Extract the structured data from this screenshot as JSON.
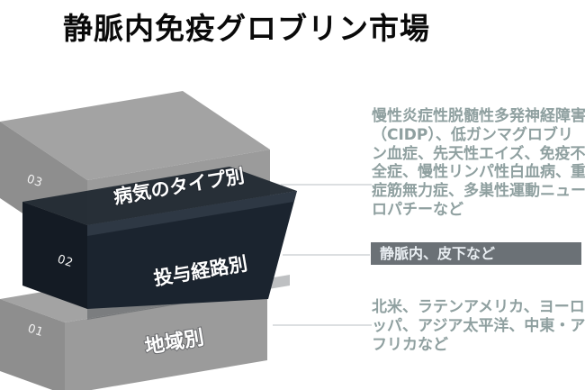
{
  "title": "静脈内免疫グロブリン市場",
  "layers": [
    {
      "id": "03",
      "label": "病気のタイプ別",
      "annotation": "慢性炎症性脱髄性多発神経障害（CIDP）、低ガンマグロブリン血症、先天性エイズ、免疫不全症、慢性リンパ性白血病、重症筋無力症、多巣性運動ニューロパチーなど"
    },
    {
      "id": "02",
      "label": "投与経路別",
      "annotation": "静脈内、皮下など"
    },
    {
      "id": "01",
      "label": "地域別",
      "annotation": "北米、ラテンアメリカ、ヨーロッパ、アジア太平洋、中東・アフリカなど"
    }
  ],
  "colors": {
    "gray_top": "#a3a3a3",
    "gray_front": "#9b9b9b",
    "gray_left": "#8e8e8e",
    "dark_top": "#232b34",
    "dark_front": "#1b242f",
    "dark_left": "#141b24",
    "dark_edge": "#2e3844",
    "shadow": "#141c24",
    "connector": "#c6cccf",
    "annotation_text": "#8fa0a0",
    "bar_background": "#6b7176",
    "bar_text": "#e9eef2",
    "title_text": "#0a0a0a",
    "label_text": "#ffffff"
  }
}
